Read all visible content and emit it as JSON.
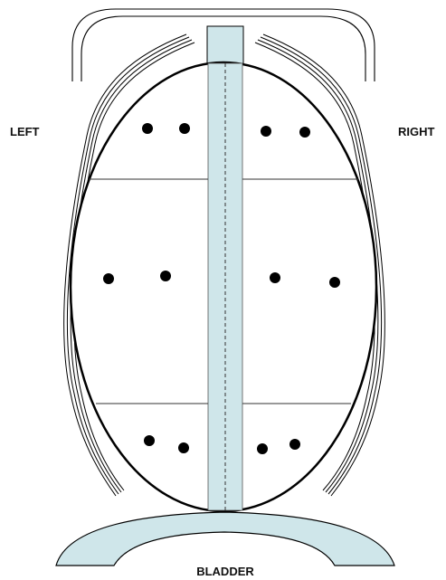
{
  "labels": {
    "left": "LEFT",
    "right": "RIGHT",
    "bottom": "BLADDER"
  },
  "colors": {
    "fill": "#cfe6ea",
    "stroke": "#000000",
    "background": "#ffffff"
  }
}
